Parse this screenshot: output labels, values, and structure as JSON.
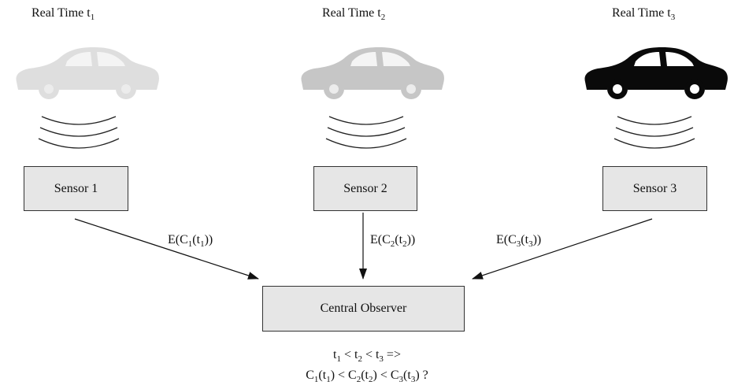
{
  "times": [
    {
      "text": "Real Time t",
      "sub": "1"
    },
    {
      "text": "Real Time t",
      "sub": "2"
    },
    {
      "text": "Real Time t",
      "sub": "3"
    }
  ],
  "sensors": [
    {
      "label": "Sensor 1"
    },
    {
      "label": "Sensor 2"
    },
    {
      "label": "Sensor 3"
    }
  ],
  "cars": [
    {
      "name": "car-1",
      "color": "#dedede"
    },
    {
      "name": "car-2",
      "color": "#c6c6c6"
    },
    {
      "name": "car-3",
      "color": "#0a0a0a"
    }
  ],
  "wave_color": "#222222",
  "edges": [
    {
      "pre": "E(C",
      "s1": "1",
      "mid": "(t",
      "s2": "1",
      "post": "))"
    },
    {
      "pre": "E(C",
      "s1": "2",
      "mid": "(t",
      "s2": "2",
      "post": "))"
    },
    {
      "pre": "E(C",
      "s1": "3",
      "mid": "(t",
      "s2": "3",
      "post": "))"
    }
  ],
  "observer": {
    "label": "Central Observer"
  },
  "condition": {
    "line1": {
      "a": "t",
      "a_sub": "1",
      "op1": " < t",
      "b_sub": "2",
      "op2": " < t",
      "c_sub": "3",
      "end": " =>"
    },
    "line2": {
      "a": "C",
      "a_sub": "1",
      "a2": "(t",
      "a2_sub": "1",
      "op1": ") < C",
      "b_sub": "2",
      "b2": "(t",
      "b2_sub": "2",
      "op2": ") < C",
      "c_sub": "3",
      "c2": "(t",
      "c2_sub": "3",
      "end": ") ?"
    }
  }
}
